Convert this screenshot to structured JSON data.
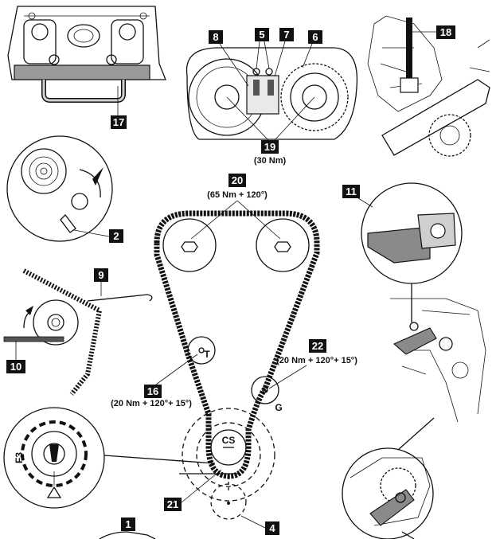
{
  "callouts": {
    "c1": "1",
    "c2": "2",
    "c4": "4",
    "c5": "5",
    "c6": "6",
    "c7": "7",
    "c8": "8",
    "c9": "9",
    "c10": "10",
    "c11": "11",
    "c16": "16",
    "c17": "17",
    "c18": "18",
    "c19": "19",
    "c20": "20",
    "c21": "21",
    "c22": "22"
  },
  "torques": {
    "t19": "(30 Nm)",
    "t20": "(65 Nm + 120°)",
    "t16": "(20 Nm + 120°+ 15°)",
    "t22": "(20 Nm + 120°+ 15°)"
  },
  "pulley_labels": {
    "tensioner": "T",
    "idler": "G",
    "crank": "CS",
    "f3": "F3"
  },
  "colors": {
    "ink": "#111111",
    "callout_bg": "#111111",
    "callout_text": "#ffffff",
    "tool_grey": "#8a8a8a"
  }
}
